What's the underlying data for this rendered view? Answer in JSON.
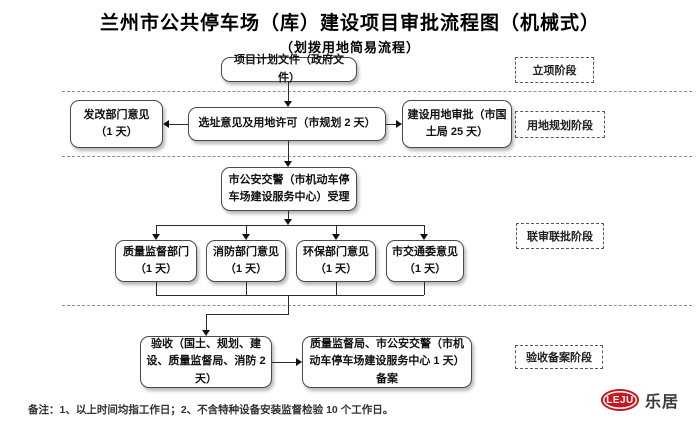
{
  "title": "兰州市公共停车场（库）建设项目审批流程图（机械式）",
  "subtitle": "（划拨用地简易流程）",
  "phases": {
    "lixiang": "立项阶段",
    "yongdi": "用地规划阶段",
    "lianshen": "联审联批阶段",
    "yanshou": "验收备案阶段"
  },
  "nodes": {
    "plan_doc": "项目计划文件（政府文件）",
    "fagai": "发改部门意见（1 天）",
    "site_permit": "选址意见及用地许可（市规划 2 天）",
    "land_approval": "建设用地审批（市国土局 25 天）",
    "police_accept": "市公安交警（市机动车停车场建设服务中心）受理",
    "quality_dept": "质量监督部门（1 天）",
    "fire_dept": "消防部门意见（1 天）",
    "env_dept": "环保部门意见（1 天）",
    "traffic_committee": "市交通委意见（1 天）",
    "acceptance": "验收（国土、规划、建设、质量监督局、消防 2 天）",
    "record_filing": "质量监督局、市公安交警（市机动车停车场建设服务中心 1 天）备案"
  },
  "note": "备注：1、以上时间均指工作日；2、不含特种设备安装监督检验 10 个工作日。",
  "logo": {
    "badge": "LEJU",
    "name": "乐居"
  },
  "colors": {
    "logo_red": "#c9151e",
    "line": "#2b2b2b",
    "border": "#4a4a4a"
  }
}
